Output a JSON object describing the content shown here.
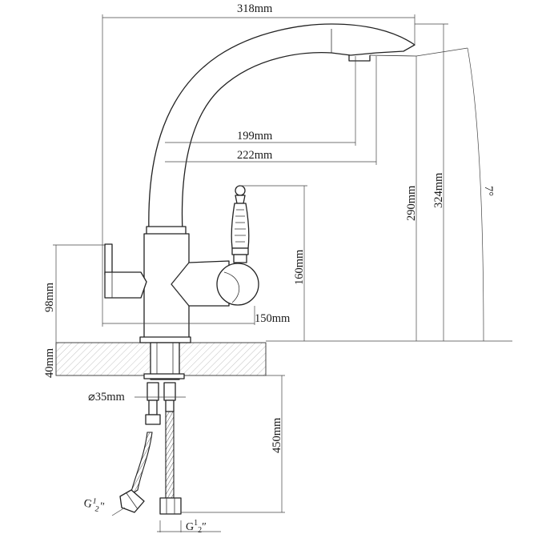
{
  "dimensions": {
    "width_total": "318mm",
    "spout_reach_inner": "199mm",
    "spout_reach_outer": "222mm",
    "height_to_outlet": "290mm",
    "height_total": "324mm",
    "tilt_angle": "7°",
    "handle_height": "160mm",
    "handle_reach": "150mm",
    "base_height": "98mm",
    "max_deck_thickness": "40mm",
    "mount_hole": "⌀35mm",
    "hose_length": "450mm"
  },
  "threads": {
    "left_hose": {
      "main": "G",
      "sup": "1",
      "sub": "2",
      "suffix": "\""
    },
    "right_hose": {
      "main": "G",
      "sup": "1",
      "sub": "2",
      "suffix": "″"
    }
  }
}
